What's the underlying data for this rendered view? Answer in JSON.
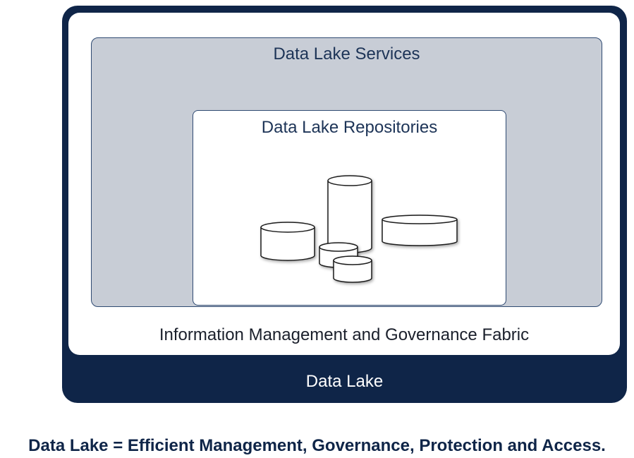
{
  "diagram": {
    "outer": {
      "label": "Data Lake",
      "color": "#0f2548"
    },
    "fabric": {
      "label": "Information Management and Governance Fabric"
    },
    "services": {
      "label": "Data Lake Services",
      "color": "#c8cdd6"
    },
    "repositories": {
      "label": "Data Lake Repositories"
    },
    "cylinders": [
      {
        "name": "repository-cylinder-left"
      },
      {
        "name": "repository-cylinder-tall"
      },
      {
        "name": "repository-cylinder-wide"
      },
      {
        "name": "repository-cylinder-small-back"
      },
      {
        "name": "repository-cylinder-small-front"
      }
    ]
  },
  "caption": "Data Lake = Efficient Management, Governance, Protection and Access."
}
